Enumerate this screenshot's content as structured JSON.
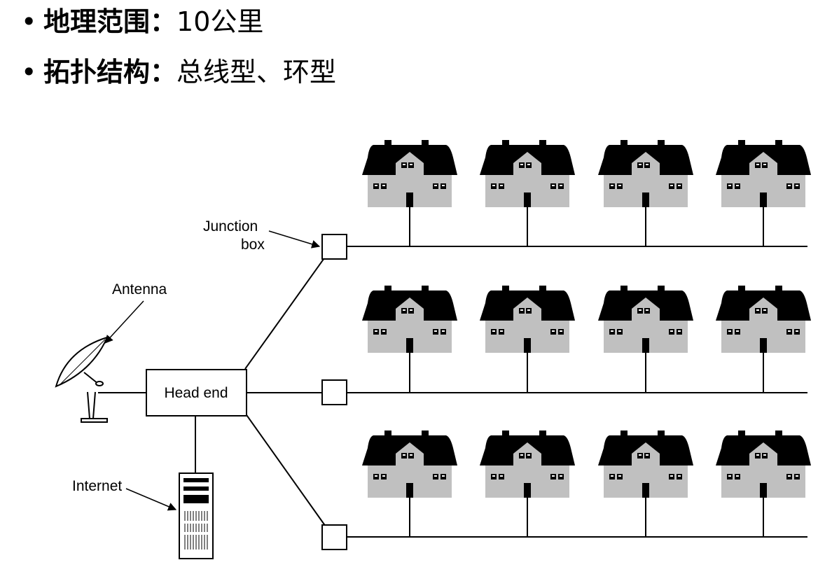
{
  "bullets": [
    {
      "marker": "•",
      "label": "地理范围",
      "colon": "：",
      "value": "10公里"
    },
    {
      "marker": "•",
      "label": "拓扑结构",
      "colon": "：",
      "value": "总线型、环型"
    }
  ],
  "diagram": {
    "junction_label_line1": "Junction",
    "junction_label_line2": "box",
    "antenna_label": "Antenna",
    "head_end_label": "Head end",
    "internet_label": "Internet"
  }
}
